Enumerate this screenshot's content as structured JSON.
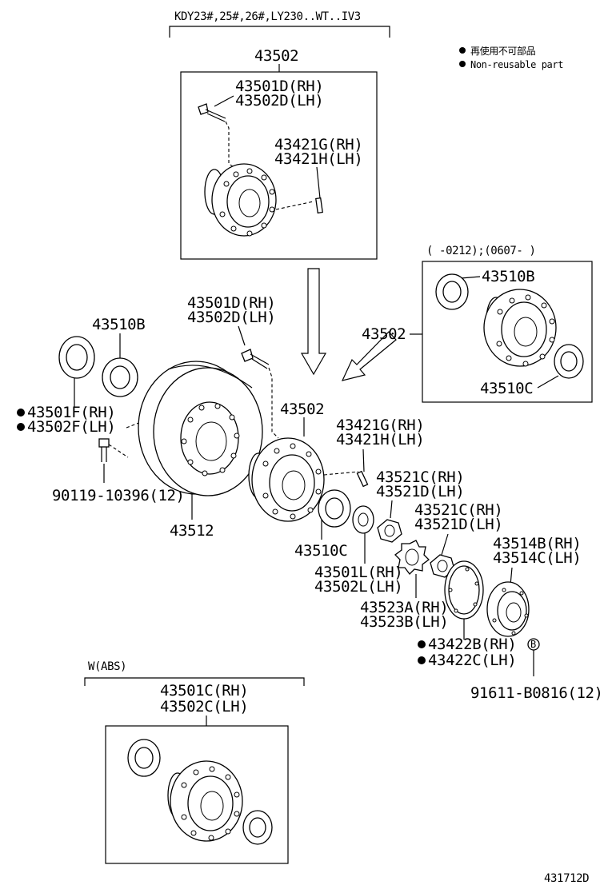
{
  "model_header": "KDY23#,25#,26#,LY230..WT..IV3",
  "assembly_top": "43502",
  "legend": {
    "jp": "再使用不可部品",
    "en": "Non-reusable part"
  },
  "top_box": {
    "bolt_rh": "43501D(RH)",
    "bolt_lh": "43502D(LH)",
    "pin_rh": "43421G(RH)",
    "pin_lh": "43421H(LH)"
  },
  "right_box": {
    "date_range": "(    -0212);(0607-     )",
    "assembly": "43502",
    "bearing_outer": "43510B",
    "bearing_inner": "43510C"
  },
  "main": {
    "bolt_rh": "43501D(RH)",
    "bolt_lh": "43502D(LH)",
    "bearing_outer": "43510B",
    "seal_rh": "43501F(RH)",
    "seal_lh": "43502F(LH)",
    "screw": "90119-10396(12)",
    "disc": "43512",
    "hub": "43502",
    "pin_rh": "43421G(RH)",
    "pin_lh": "43421H(LH)",
    "nut1_rh": "43521C(RH)",
    "nut1_lh": "43521D(LH)",
    "nut2_rh": "43521C(RH)",
    "nut2_lh": "43521D(LH)",
    "bearing_inner": "43510C",
    "washer_rh": "43501L(RH)",
    "washer_lh": "43502L(LH)",
    "lockwasher_rh": "43523A(RH)",
    "lockwasher_lh": "43523B(LH)",
    "cap_rh": "43514B(RH)",
    "cap_lh": "43514C(LH)",
    "gasket_rh": "43422B(RH)",
    "gasket_lh": "43422C(LH)",
    "bolt_cap_marker": "B",
    "bolt_cap": "91611-B0816(12)"
  },
  "abs_section": {
    "header": "W(ABS)",
    "assembly_rh": "43501C(RH)",
    "assembly_lh": "43502C(LH)"
  },
  "figure_id": "431712D"
}
